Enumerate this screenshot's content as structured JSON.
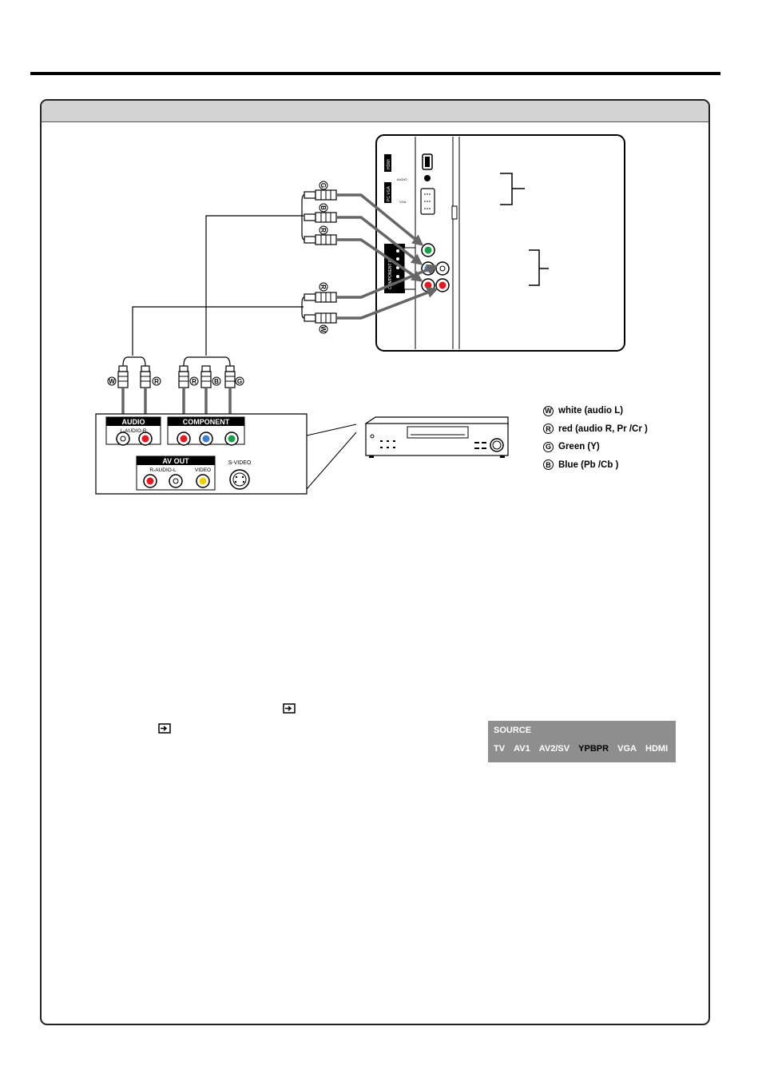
{
  "tv_panel": {
    "vertical_labels": {
      "hdmi": "HDMI",
      "pc_vga": "PC VGA",
      "component_in": "COMPONENT IN",
      "audio_port": "AUDIO",
      "vga_port": "VGA"
    }
  },
  "cable_letters": {
    "green": "G",
    "blue": "B",
    "red": "R",
    "white": "W"
  },
  "device_panel": {
    "audio_header": "AUDIO",
    "audio_sub": "L-AUDIO-R",
    "component_header": "COMPONENT",
    "av_out_header": "AV OUT",
    "av_out_audio": "R-AUDIO-L",
    "av_out_video": "VIDEO",
    "svideo": "S-VIDEO"
  },
  "legend": [
    {
      "letter": "W",
      "text": "white (audio L)"
    },
    {
      "letter": "R",
      "text": "red (audio R, Pr /Cr )"
    },
    {
      "letter": "G",
      "text": "Green (Y)"
    },
    {
      "letter": "B",
      "text": "Blue (Pb /Cb )"
    }
  ],
  "source_menu": {
    "title": "SOURCE",
    "items": [
      "TV",
      "AV1",
      "AV2/SV",
      "YPBPR",
      "VGA",
      "HDMI"
    ],
    "selected": "YPBPR"
  },
  "colors": {
    "green_jack": "#1aa04a",
    "blue_jack": "#3d7fd1",
    "red_jack": "#e01b24",
    "yellow_jack": "#f0d000",
    "osd_bg": "#8e8e8e"
  }
}
